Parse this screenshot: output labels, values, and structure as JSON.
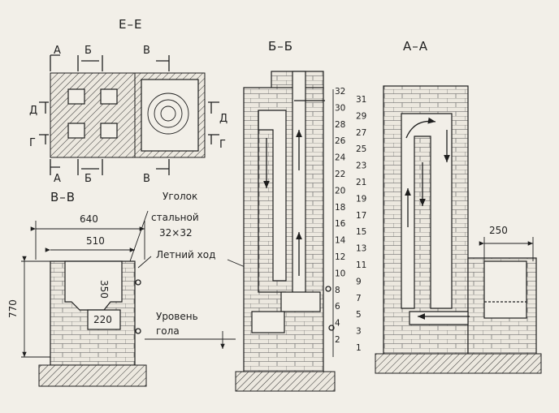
{
  "titles": {
    "plan": "Е–Е",
    "section_bb": "Б–Б",
    "section_aa": "А–А",
    "section_vv": "В–В"
  },
  "cut_marks": {
    "a": "А",
    "b": "Б",
    "v": "В",
    "d": "Д",
    "g": "Г"
  },
  "dimensions": {
    "total_width": "640",
    "inner_width": "510",
    "height": "770",
    "firebox_height": "350",
    "ash_width": "220",
    "hearth_width": "250"
  },
  "notes": {
    "angle_line1": "Уголок",
    "angle_line2": "стальной",
    "angle_line3": "32×32",
    "summer_flue": "Летний ход",
    "floor_line1": "Уровень",
    "floor_line2": "гола"
  },
  "courses_left": [
    "32",
    "30",
    "28",
    "26",
    "24",
    "22",
    "20",
    "18",
    "16",
    "14",
    "12",
    "10",
    "8",
    "6",
    "4",
    "2"
  ],
  "courses_right": [
    "31",
    "29",
    "27",
    "25",
    "23",
    "21",
    "19",
    "17",
    "15",
    "13",
    "11",
    "9",
    "7",
    "5",
    "3",
    "1"
  ]
}
